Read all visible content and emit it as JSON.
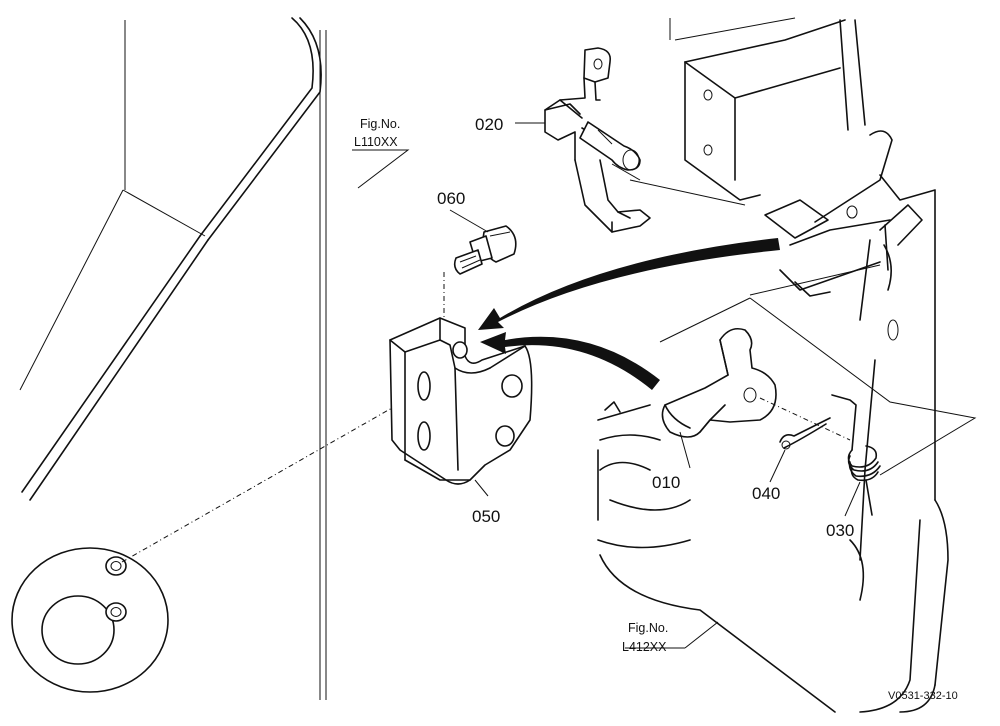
{
  "parts": [
    {
      "id": "010",
      "label": "010"
    },
    {
      "id": "020",
      "label": "020"
    },
    {
      "id": "030",
      "label": "030"
    },
    {
      "id": "040",
      "label": "040"
    },
    {
      "id": "050",
      "label": "050"
    },
    {
      "id": "060",
      "label": "060"
    }
  ],
  "figure_refs": [
    {
      "line1": "Fig.No.",
      "line2": "L110XX"
    },
    {
      "line1": "Fig.No.",
      "line2": "L412XX"
    }
  ],
  "drawing_code": "V0531-332-10"
}
